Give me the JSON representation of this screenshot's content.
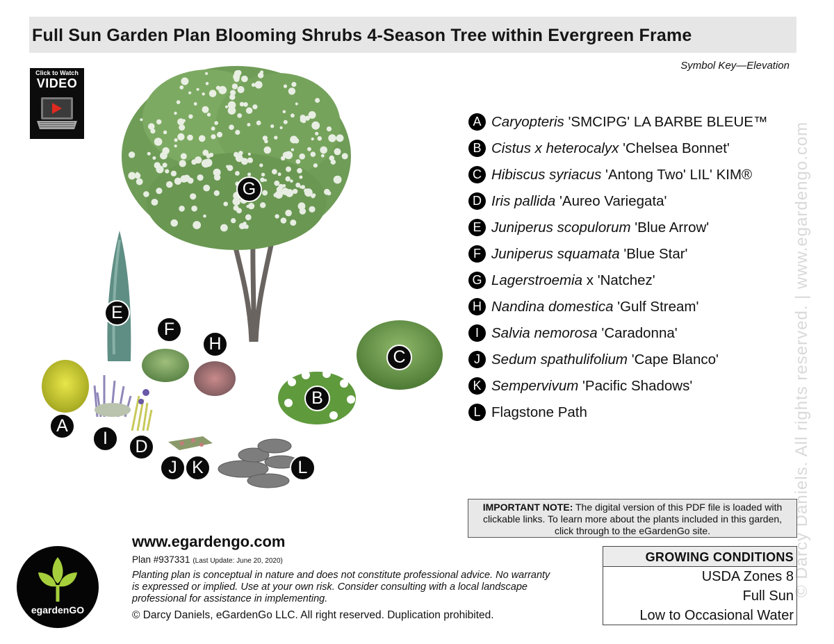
{
  "title": "Full Sun Garden Plan Blooming Shrubs 4-Season Tree within Evergreen Frame",
  "symbol_key": "Symbol Key—Elevation",
  "video_button": {
    "small": "Click to Watch",
    "big": "VIDEO"
  },
  "legend": [
    {
      "letter": "A",
      "italic": "Caryopteris",
      "rest": " 'SMCIPG' LA BARBE BLEUE™"
    },
    {
      "letter": "B",
      "italic": "Cistus x heterocalyx",
      "rest": " 'Chelsea Bonnet'"
    },
    {
      "letter": "C",
      "italic": "Hibiscus syriacus",
      "rest": " 'Antong Two' LIL' KIM®"
    },
    {
      "letter": "D",
      "italic": "Iris pallida",
      "rest": " 'Aureo Variegata'"
    },
    {
      "letter": "E",
      "italic": "Juniperus scopulorum",
      "rest": " 'Blue Arrow'"
    },
    {
      "letter": "F",
      "italic": "Juniperus squamata",
      "rest": " 'Blue Star'"
    },
    {
      "letter": "G",
      "italic": "Lagerstroemia",
      "rest": " x 'Natchez'"
    },
    {
      "letter": "H",
      "italic": "Nandina domestica",
      "rest": " 'Gulf Stream'"
    },
    {
      "letter": "I",
      "italic": "Salvia nemorosa",
      "rest": " 'Caradonna'"
    },
    {
      "letter": "J",
      "italic": "Sedum spathulifolium",
      "rest": " 'Cape Blanco'"
    },
    {
      "letter": "K",
      "italic": "Sempervivum",
      "rest": " 'Pacific Shadows'"
    },
    {
      "letter": "L",
      "italic": "",
      "rest": "Flagstone Path"
    }
  ],
  "markers": {
    "A": "A",
    "B": "B",
    "C": "C",
    "D": "D",
    "E": "E",
    "F": "F",
    "G": "G",
    "H": "H",
    "I": "I",
    "J": "J",
    "K": "K",
    "L": "L"
  },
  "watermark": "© Darcy Daniels. All rights reserved.  |  www.egardengo.com",
  "important_note": {
    "label": "IMPORTANT NOTE:",
    "text": " The digital version of this PDF file is loaded with clickable links. To learn more about the plants included in this garden, click through to the eGardenGo site."
  },
  "growing_conditions": {
    "header": "GROWING CONDITIONS",
    "zones": "USDA Zones 8",
    "sun": "Full Sun",
    "water": "Low to Occasional Water"
  },
  "footer": {
    "url": "www.egardengo.com",
    "plan": "Plan #937331",
    "last_update": "(Last Update: June 20, 2020)",
    "disclaimer": "Planting plan is conceptual in nature and does not constitute professional advice. No warranty is expressed or implied. Use at your own risk. Consider consulting with a local landscape professional for assistance in implementing.",
    "copyright": "© Darcy Daniels, eGardenGo LLC. All right reserved. Duplication prohibited."
  },
  "logo": {
    "brand": "egardenGO"
  },
  "colors": {
    "title_bar_bg": "#e6e6e6",
    "marker_bg": "#0a0a0a",
    "foliage_green": "#5e8f4a",
    "logo_leaf_green": "#a6cf3c"
  }
}
